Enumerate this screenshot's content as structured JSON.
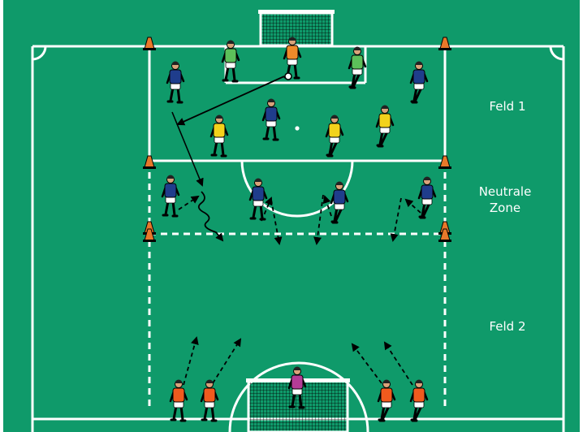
{
  "labels": {
    "field1": "Feld 1",
    "neutral_line1": "Neutrale",
    "neutral_line2": "Zone",
    "field2": "Feld 2"
  },
  "colors": {
    "pitch": "#0f9a6a",
    "lines": "#ffffff",
    "team_blue": "#1f3d8c",
    "team_yellow": "#f2d21b",
    "team_green": "#5cc05a",
    "team_orange": "#f05a1e",
    "keeper_orange": "#f08a2a",
    "keeper_purple": "#b43c96",
    "cone": "#e8782a"
  },
  "icons": [
    "goal-icon",
    "cone-icon",
    "ball-icon",
    "player-icon",
    "arrow-icon"
  ]
}
